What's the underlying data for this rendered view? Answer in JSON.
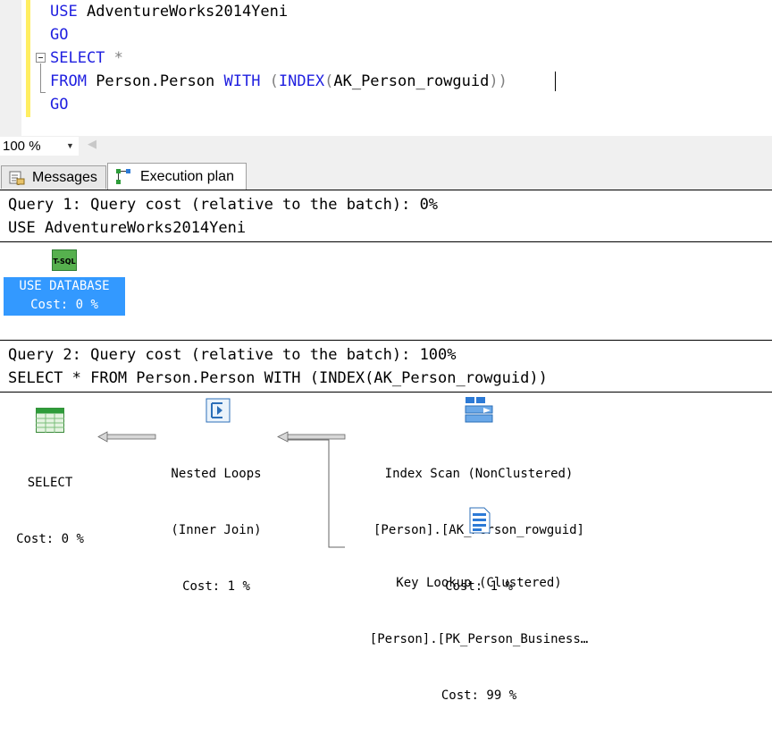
{
  "editor": {
    "lines": [
      {
        "kw": "USE",
        "rest": " AdventureWorks2014Yeni"
      },
      {
        "kw": "GO"
      },
      {
        "kw": "SELECT",
        "gray": " *"
      },
      {
        "kw": "FROM",
        "t1": " Person.Person ",
        "kw2": "WITH",
        "g1": " (",
        "kw3": "INDEX",
        "g2": "(",
        "t2": "AK_Person_rowguid",
        "g3": "))"
      },
      {
        "kw": "GO"
      }
    ]
  },
  "zoom": {
    "value": "100 %",
    "arrow": "▼",
    "scroll_left": "◀"
  },
  "tabs": [
    {
      "label": "Messages",
      "icon": "messages-icon"
    },
    {
      "label": "Execution plan",
      "icon": "execution-plan-icon",
      "active": true
    }
  ],
  "query1": {
    "header": "Query 1: Query cost (relative to the batch): 0%",
    "statement": "USE AdventureWorks2014Yeni",
    "node": {
      "icon_label": "T-SQL",
      "name": "USE DATABASE",
      "cost": "Cost: 0 %"
    }
  },
  "query2": {
    "header": "Query 2: Query cost (relative to the batch): 100%",
    "statement": "SELECT * FROM Person.Person WITH (INDEX(AK_Person_rowguid))",
    "nodes": {
      "select": {
        "name": "SELECT",
        "cost": "Cost: 0 %"
      },
      "nested": {
        "name": "Nested Loops",
        "detail": "(Inner Join)",
        "cost": "Cost: 1 %"
      },
      "index_scan": {
        "name": "Index Scan (NonClustered)",
        "detail": "[Person].[AK_Person_rowguid]",
        "cost": "Cost: 1 %"
      },
      "key_lookup": {
        "name": "Key Lookup (Clustered)",
        "detail": "[Person].[PK_Person_Business…",
        "cost": "Cost: 99 %"
      }
    }
  },
  "colors": {
    "keyword": "#1f1fe0",
    "selection": "#3399ff",
    "change_bar": "#ffee62"
  }
}
